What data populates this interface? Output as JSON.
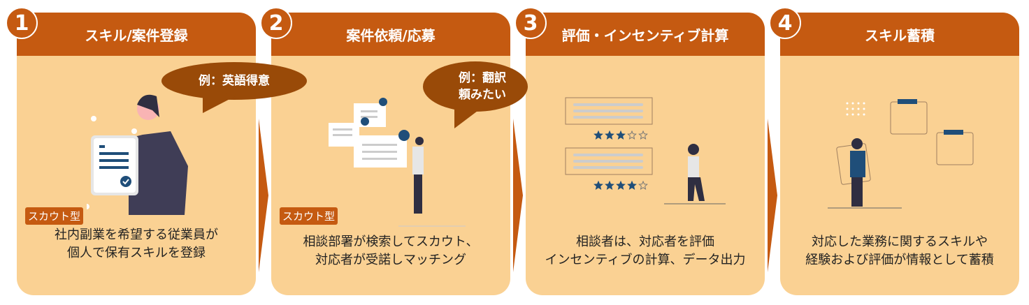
{
  "steps": [
    {
      "number": "1",
      "title": "スキル/案件登録",
      "badge": "スカウト型",
      "desc_line1": "社内副業を希望する従業員が",
      "desc_line2": "個人で保有スキルを登録",
      "bubble": "例：英語得意"
    },
    {
      "number": "2",
      "title": "案件依頼/応募",
      "badge": "スカウト型",
      "desc_line1": "相談部署が検索してスカウト、",
      "desc_line2": "対応者が受諾しマッチング",
      "bubble": "例：翻訳\n頼みたい"
    },
    {
      "number": "3",
      "title": "評価・インセンティブ計算",
      "desc_line1": "相談者は、対応者を評価",
      "desc_line2": "インセンティブの計算、データ出力"
    },
    {
      "number": "4",
      "title": "スキル蓄積",
      "desc_line1": "対応した業務に関するスキルや",
      "desc_line2": "経験および評価が情報として蓄積"
    }
  ],
  "ratings": [
    3,
    4
  ],
  "colors": {
    "header": "#c55a11",
    "body": "#fad193",
    "bubble": "#994a08",
    "navy": "#1f4e79"
  }
}
